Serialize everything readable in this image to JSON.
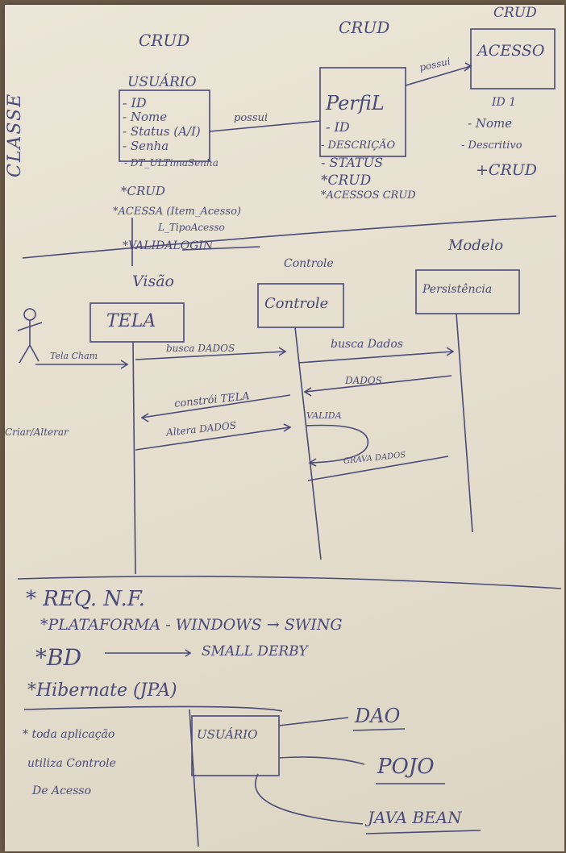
{
  "side_label": "CLASSE",
  "classes": {
    "usuario": {
      "stereotype": "CRUD",
      "name": "USUÁRIO",
      "attributes": [
        "- ID",
        "- Nome",
        "- Status (A/I)",
        "- Senha",
        "- DT_ULTimaSenha"
      ],
      "operations": [
        "*CRUD",
        "*ACESSA (Item_Acesso)",
        "L_TipoAcesso",
        "*VALIDALOGIN"
      ]
    },
    "perfil": {
      "stereotype": "CRUD",
      "name": "PerfiL",
      "attributes": [
        "- ID",
        "- DESCRIÇÃO",
        "- STATUS"
      ],
      "operations": [
        "*CRUD",
        "*ACESSOS CRUD"
      ]
    },
    "acesso": {
      "stereotype": "CRUD",
      "name": "ACESSO",
      "attributes": [
        "ID 1",
        "- Nome",
        "- Descritivo"
      ],
      "operations": [
        "+CRUD"
      ]
    }
  },
  "relations": [
    "possui",
    "possui"
  ],
  "sequence": {
    "visao": "Visão",
    "controle_title": "Controle",
    "modelo": "Modelo",
    "tela": "TELA",
    "controle": "Controle",
    "persistencia": "Persistência",
    "messages": [
      "Tela Cham",
      "busca DADOS",
      "busca Dados",
      "DADOS",
      "constrói TELA",
      "Altera DADOS",
      "VALIDA",
      "GRAVA DADOS"
    ],
    "left_label": "Criar/Alterar"
  },
  "notes": {
    "heading": "* REQ. N.F.",
    "items": [
      "*PLATAFORMA - WINDOWS → SWING",
      "*BD",
      "SMALL DERBY",
      "*Hibernate (JPA)"
    ],
    "footnote": [
      "* toda aplicação",
      "utiliza Controle",
      "De Acesso"
    ],
    "usuario_box": "USUÁRIO",
    "targets": [
      "DAO",
      "POJO",
      "JAVA BEAN"
    ]
  }
}
